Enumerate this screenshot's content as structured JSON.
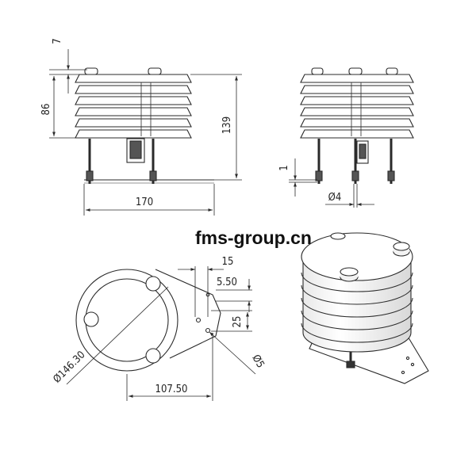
{
  "watermark": "fms-group.cn",
  "dimensions": {
    "top_gap": "7",
    "shield_height": "86",
    "overall_height": "139",
    "base_width": "170",
    "rod_offset": "1",
    "rod_diameter": "Ø4",
    "bracket_width": "15",
    "hole_offset": "5.50",
    "hole_spacing": "25",
    "hole_diameter": "Ø5",
    "plate_diameter": "Ø146.30",
    "bracket_length": "107.50"
  },
  "colors": {
    "line": "#2a2a2a",
    "fill": "#ffffff"
  }
}
